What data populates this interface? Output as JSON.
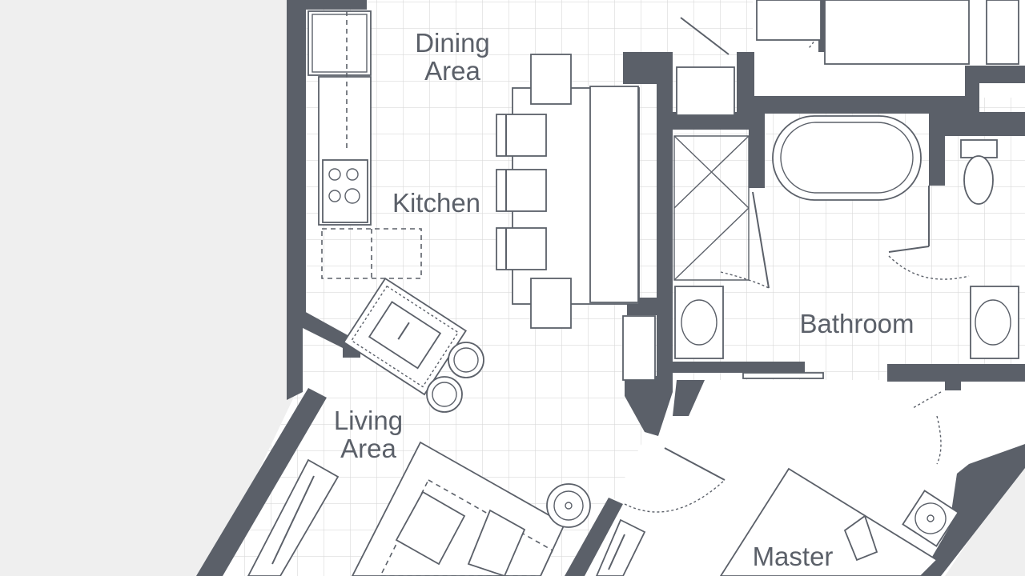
{
  "rooms": {
    "dining": [
      "Dining",
      "Area"
    ],
    "kitchen": "Kitchen",
    "living": [
      "Living",
      "Area"
    ],
    "bathroom": "Bathroom",
    "master": "Master"
  },
  "colors": {
    "wall": "#5b6069",
    "background": "#efefef",
    "floor": "#ffffff",
    "grid": "#d9d9d9"
  }
}
